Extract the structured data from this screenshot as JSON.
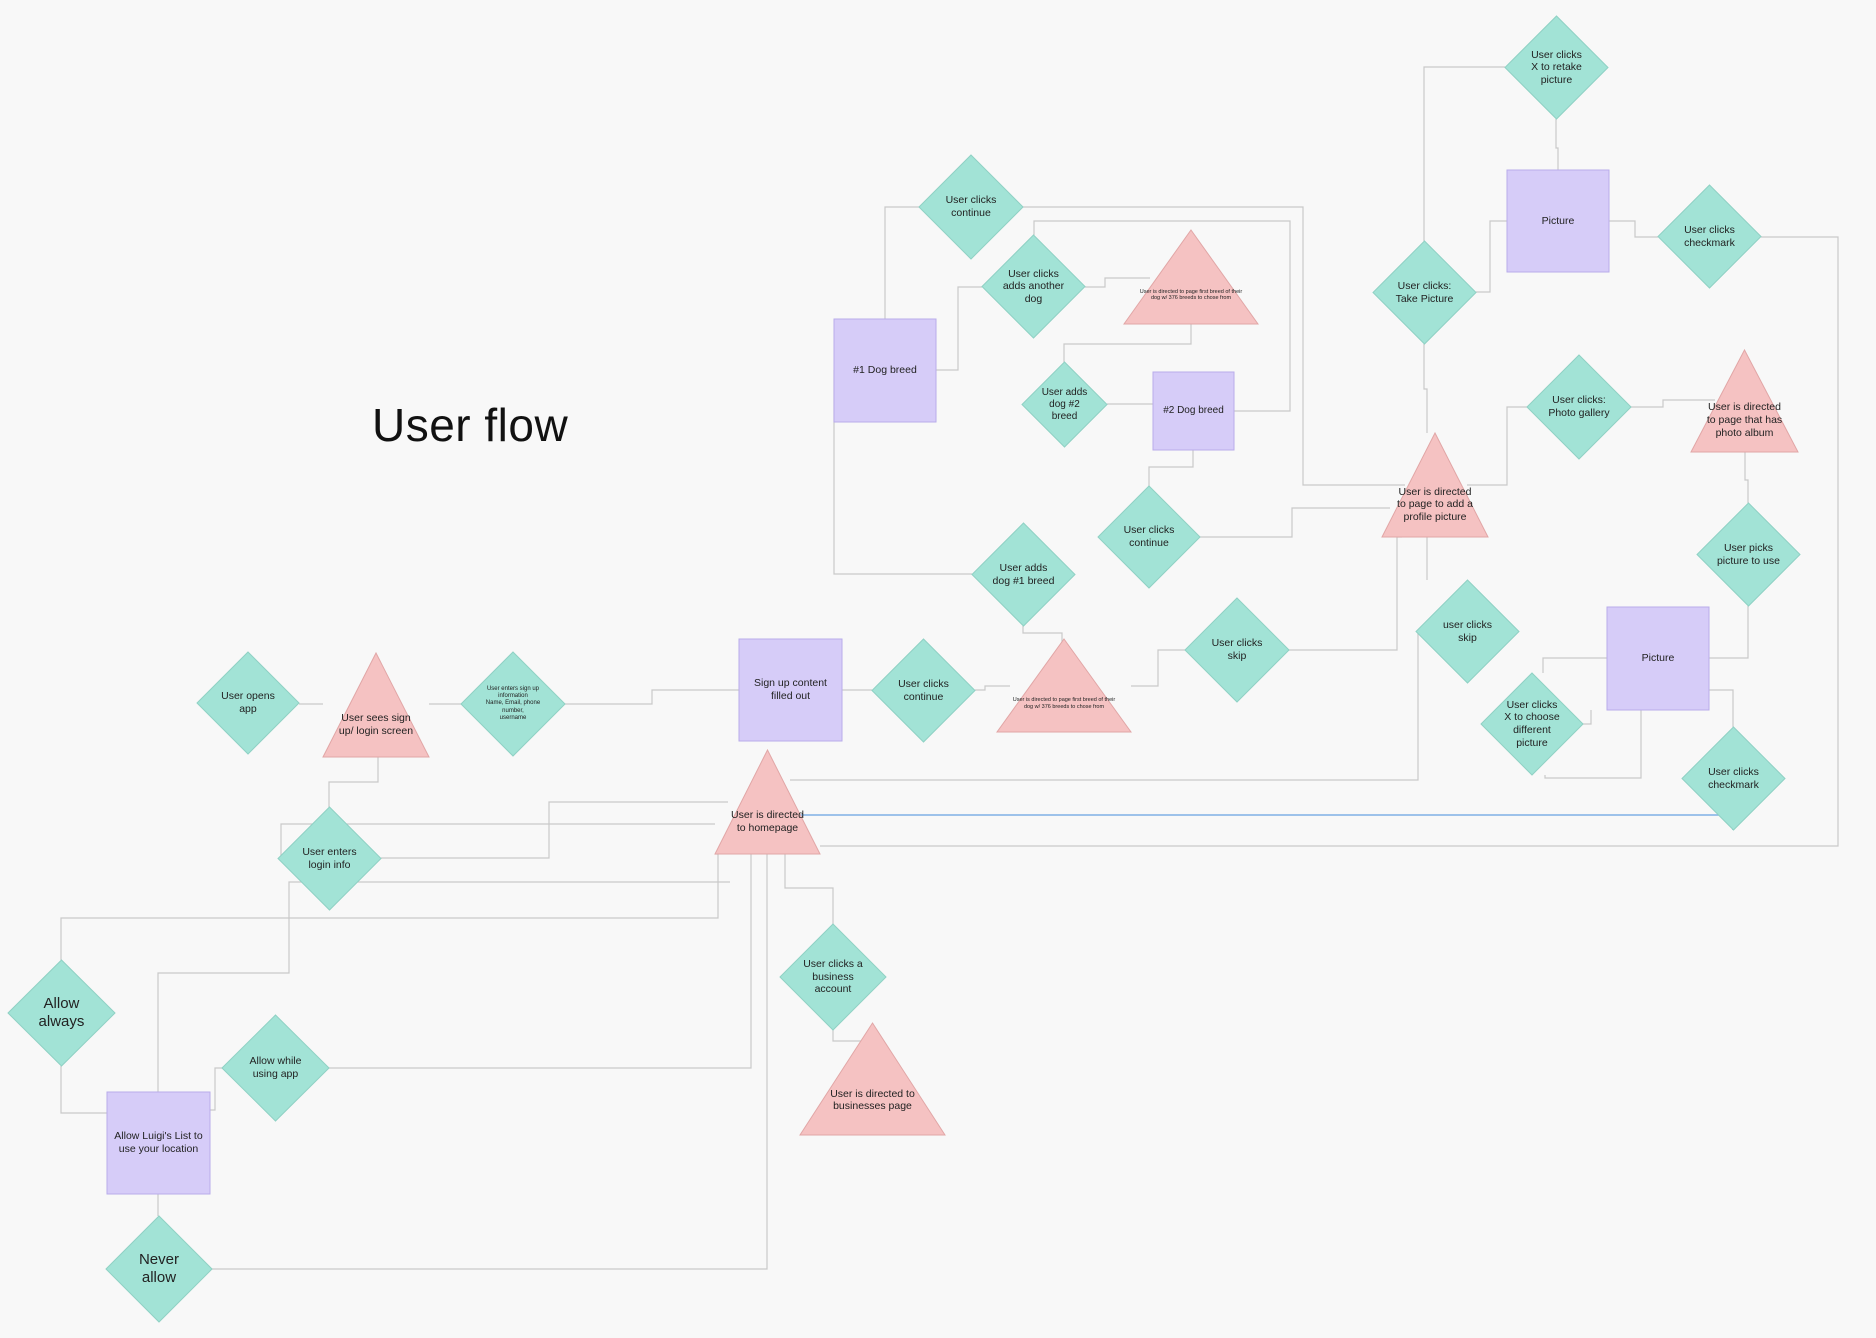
{
  "title": "User flow",
  "colors": {
    "diamond": "#a2e3d6",
    "triangle": "#f5c2c2",
    "rect": "#d6ccf8",
    "connector": "#c9c9c9",
    "highlight_connector": "#7fb0e6",
    "background": "#f8f8f8"
  },
  "nodes": {
    "user_opens_app": "User opens\napp",
    "sees_signup": "User sees sign\nup/ login screen",
    "enters_signup": "User enters sign up\ninformation\nName, Email, phone number,\nusername",
    "signup_filled": "Sign up content\nfilled out",
    "clicks_continue_1": "User clicks\ncontinue",
    "directed_breed_1": "User is directed to page first breed of their\ndog w/ 376 breeds to chose from",
    "clicks_skip_1": "User clicks\nskip",
    "adds_dog1_breed": "User adds\ndog #1 breed",
    "dog_breed_1": "#1 Dog breed",
    "clicks_continue_top": "User clicks\ncontinue",
    "adds_another_dog": "User clicks\nadds another\ndog",
    "directed_breed_2": "User is directed to page first breed of their\ndog w/ 376 breeds to chose from",
    "adds_dog2_breed": "User adds\ndog #2\nbreed",
    "dog_breed_2": "#2 Dog breed",
    "clicks_continue_2": "User clicks\ncontinue",
    "directed_profile_pic": "User is directed\nto page to add a\nprofile picture",
    "clicks_skip_2": "user clicks\nskip",
    "take_picture": "User clicks:\nTake Picture",
    "picture_top": "Picture",
    "retake_picture": "User clicks\nX to retake\npicture",
    "checkmark_top": "User clicks\ncheckmark",
    "photo_gallery": "User clicks:\nPhoto gallery",
    "directed_album": "User is directed\nto page that has\nphoto album",
    "picks_picture": "User picks\npicture to use",
    "picture_bottom": "Picture",
    "choose_different": "User clicks\nX to choose\ndifferent\npicture",
    "checkmark_bottom": "User clicks\ncheckmark",
    "directed_homepage": "User is directed\nto homepage",
    "enters_login": "User enters\nlogin info",
    "business_account": "User clicks a\nbusiness\naccount",
    "directed_businesses": "User is directed to\nbusinesses page",
    "allow_always": "Allow\nalways",
    "allow_while_using": "Allow while\nusing app",
    "allow_location": "Allow Luigi's List to\nuse your location",
    "never_allow": "Never\nallow"
  }
}
